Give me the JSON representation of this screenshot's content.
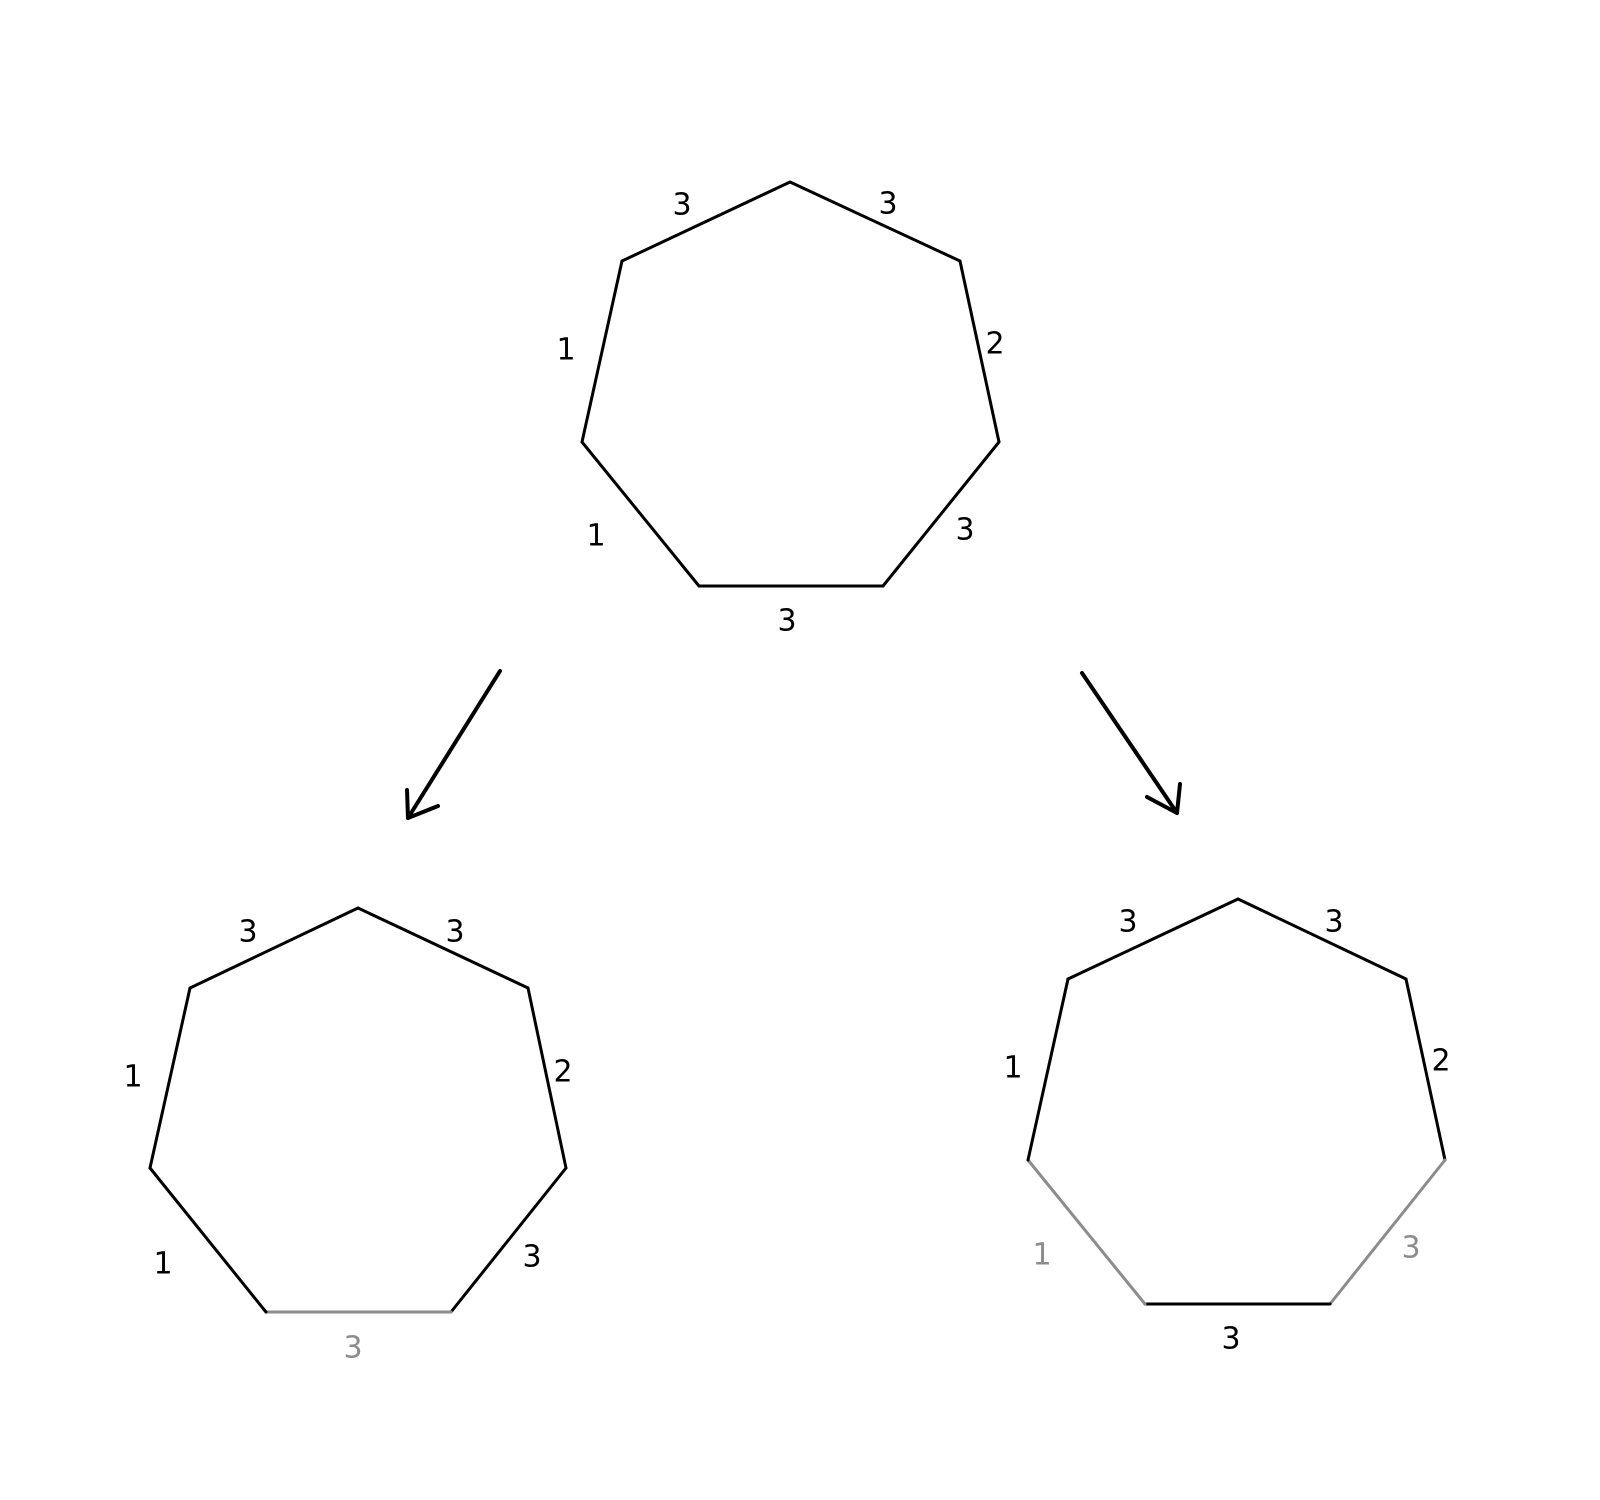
{
  "colors": {
    "active": "#000000",
    "faded": "#8c8c8c"
  },
  "heptagons": [
    {
      "name": "heptagon-top",
      "edges": [
        {
          "label": "3",
          "state": "active"
        },
        {
          "label": "2",
          "state": "active"
        },
        {
          "label": "3",
          "state": "active"
        },
        {
          "label": "3",
          "state": "active"
        },
        {
          "label": "1",
          "state": "active"
        },
        {
          "label": "1",
          "state": "active"
        },
        {
          "label": "3",
          "state": "active"
        }
      ]
    },
    {
      "name": "heptagon-bottom-left",
      "edges": [
        {
          "label": "3",
          "state": "active"
        },
        {
          "label": "2",
          "state": "active"
        },
        {
          "label": "3",
          "state": "active"
        },
        {
          "label": "3",
          "state": "faded"
        },
        {
          "label": "1",
          "state": "active"
        },
        {
          "label": "1",
          "state": "active"
        },
        {
          "label": "3",
          "state": "active"
        }
      ]
    },
    {
      "name": "heptagon-bottom-right",
      "edges": [
        {
          "label": "3",
          "state": "active"
        },
        {
          "label": "2",
          "state": "active"
        },
        {
          "label": "3",
          "state": "faded"
        },
        {
          "label": "3",
          "state": "active"
        },
        {
          "label": "1",
          "state": "faded"
        },
        {
          "label": "1",
          "state": "active"
        },
        {
          "label": "3",
          "state": "active"
        }
      ]
    }
  ],
  "arrows": [
    {
      "name": "arrow-to-bottom-left"
    },
    {
      "name": "arrow-to-bottom-right"
    }
  ]
}
